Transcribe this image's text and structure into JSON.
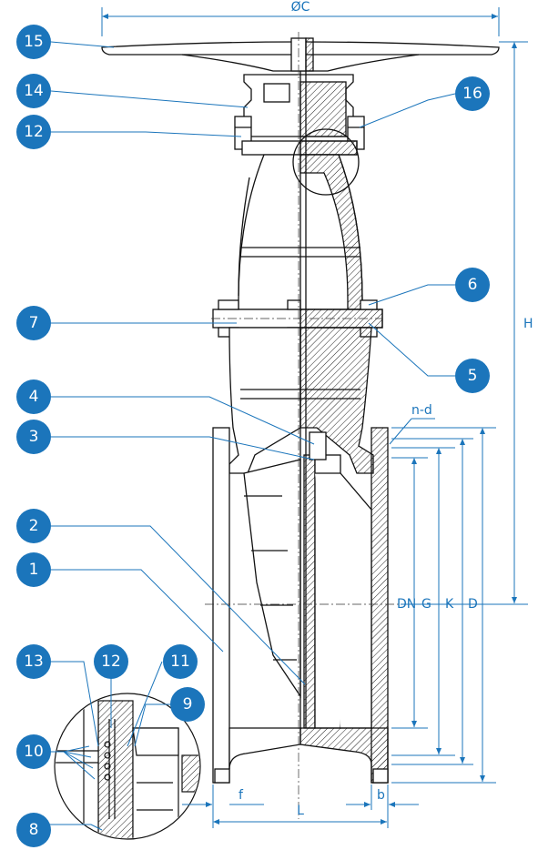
{
  "callouts": {
    "c15": "15",
    "c14": "14",
    "c12a": "12",
    "c16": "16",
    "c6": "6",
    "c7": "7",
    "c5": "5",
    "c4": "4",
    "c3": "3",
    "c2": "2",
    "c1": "1",
    "c13": "13",
    "c12b": "12",
    "c11": "11",
    "c9": "9",
    "c10": "10",
    "c8": "8"
  },
  "dimensions": {
    "oc": "ØC",
    "h": "H",
    "nd": "n-d",
    "dn": "DN",
    "g": "G",
    "k": "K",
    "d": "D",
    "f": "f",
    "l": "L",
    "b": "b"
  },
  "colors": {
    "callout_fill": "#1b75bb",
    "dimension_line": "#1b75bb",
    "drawing_line": "#111111"
  }
}
